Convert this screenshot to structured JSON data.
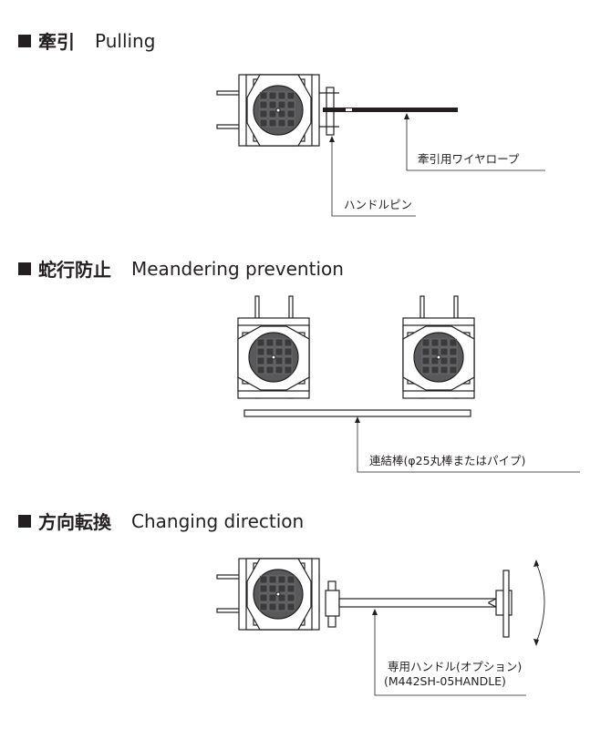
{
  "sections": [
    {
      "jp": "牽引",
      "en": "Pulling",
      "labels": [
        "牽引用ワイヤロープ",
        "ハンドルピン"
      ]
    },
    {
      "jp": "蛇行防止",
      "en": "Meandering prevention",
      "labels": [
        "連結棒(φ25丸棒またはパイプ)"
      ]
    },
    {
      "jp": "方向転換",
      "en": "Changing direction",
      "labels": [
        "専用ハンドル(オプション)",
        "(M442SH-05HANDLE)"
      ]
    }
  ],
  "colors": {
    "ink": "#231f20",
    "plate": "#58595b",
    "cell": "#3a3a3c"
  }
}
